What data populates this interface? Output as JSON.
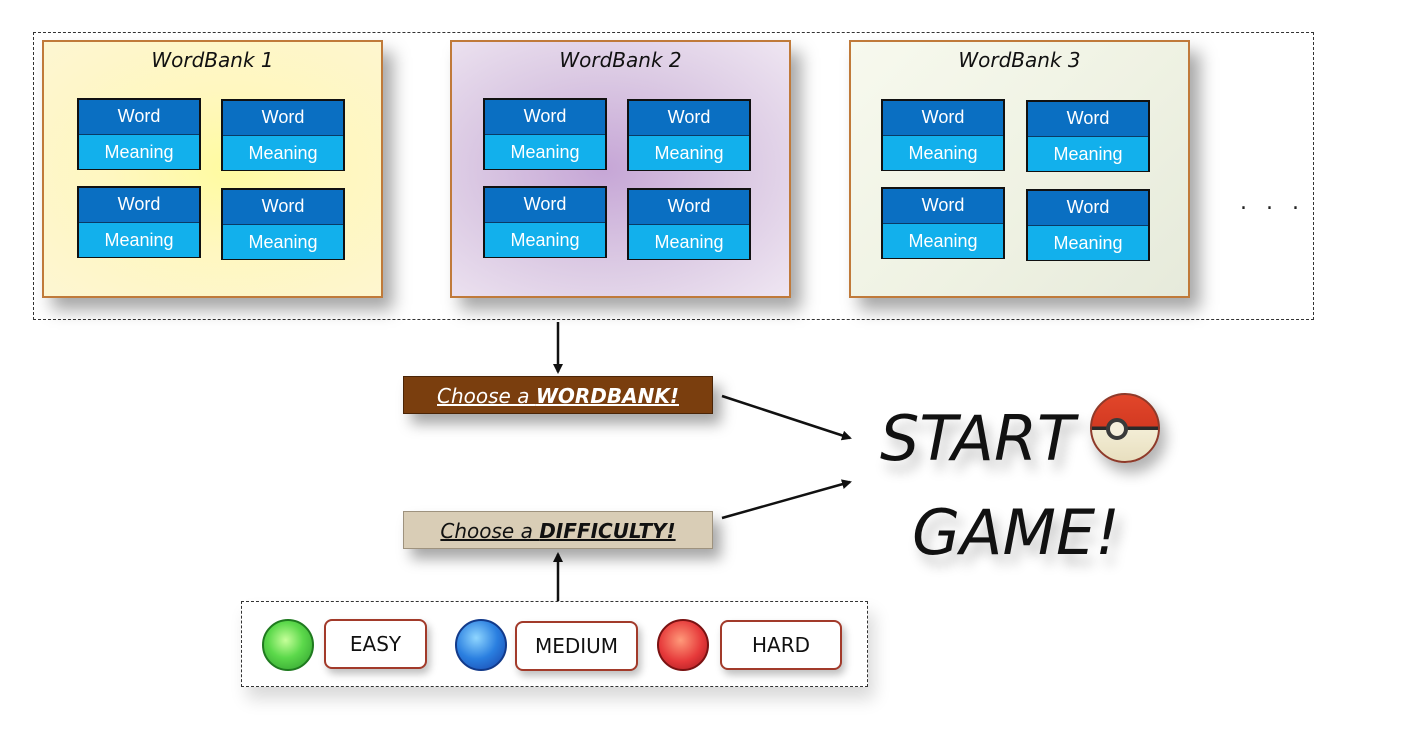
{
  "wordbanks": [
    {
      "title": "WordBank 1",
      "cards": [
        {
          "word": "Word",
          "meaning": "Meaning"
        },
        {
          "word": "Word",
          "meaning": "Meaning"
        },
        {
          "word": "Word",
          "meaning": "Meaning"
        },
        {
          "word": "Word",
          "meaning": "Meaning"
        }
      ]
    },
    {
      "title": "WordBank 2",
      "cards": [
        {
          "word": "Word",
          "meaning": "Meaning"
        },
        {
          "word": "Word",
          "meaning": "Meaning"
        },
        {
          "word": "Word",
          "meaning": "Meaning"
        },
        {
          "word": "Word",
          "meaning": "Meaning"
        }
      ]
    },
    {
      "title": "WordBank 3",
      "cards": [
        {
          "word": "Word",
          "meaning": "Meaning"
        },
        {
          "word": "Word",
          "meaning": "Meaning"
        },
        {
          "word": "Word",
          "meaning": "Meaning"
        },
        {
          "word": "Word",
          "meaning": "Meaning"
        }
      ]
    }
  ],
  "more_indicator": ". . .",
  "choose_wordbank": {
    "prefix": "Choose a ",
    "emphasis": "WORDBANK!"
  },
  "choose_difficulty": {
    "prefix": "Choose a ",
    "emphasis": "DIFFICULTY!"
  },
  "start": {
    "line1": "START",
    "line2": "GAME!",
    "icon": "pokeball-icon"
  },
  "difficulties": [
    {
      "label": "EASY",
      "icon": "leaf-icon"
    },
    {
      "label": "MEDIUM",
      "icon": "water-icon"
    },
    {
      "label": "HARD",
      "icon": "fire-icon"
    }
  ],
  "colors": {
    "word_bg": "#0a6fc2",
    "meaning_bg": "#12b0ec",
    "bank_border": "#c07a3a",
    "choose_wordbank_bg": "#7a3e0e",
    "choose_difficulty_bg": "#d9cdb6",
    "difficulty_border": "#a23a2a"
  }
}
